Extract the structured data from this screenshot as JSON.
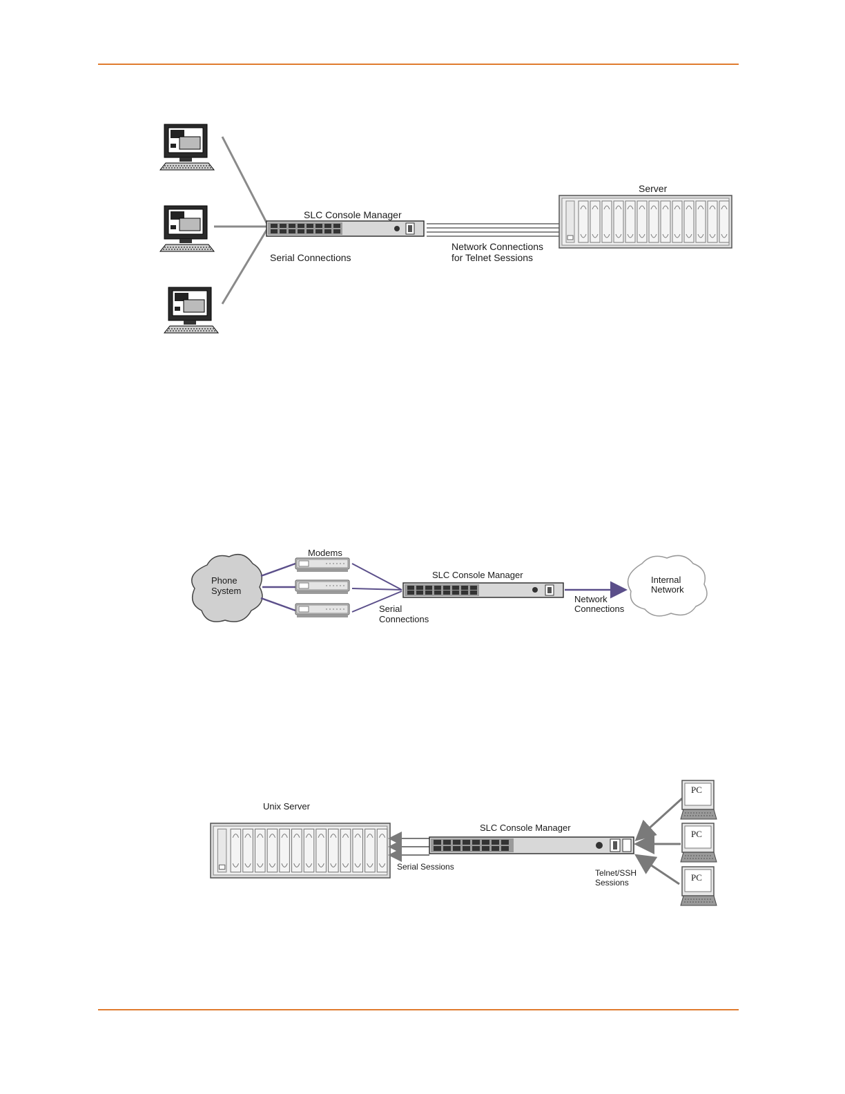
{
  "diagram1": {
    "console_label": "SLC Console Manager",
    "server_label": "Server",
    "serial_label": "Serial Connections",
    "network_label_line1": "Network Connections",
    "network_label_line2": "for Telnet Sessions"
  },
  "diagram2": {
    "cloud_left_line1": "Phone",
    "cloud_left_line2": "System",
    "modems_label": "Modems",
    "console_label": "SLC Console Manager",
    "serial_label_line1": "Serial",
    "serial_label_line2": "Connections",
    "network_label_line1": "Network",
    "network_label_line2": "Connections",
    "cloud_right_line1": "Internal",
    "cloud_right_line2": "Network",
    "line_color": "#5b4f8a"
  },
  "diagram3": {
    "server_label": "Unix Server",
    "console_label": "SLC Console Manager",
    "serial_label": "Serial Sessions",
    "telnet_label_line1": "Telnet/SSH",
    "telnet_label_line2": "Sessions",
    "pc_labels": [
      "PC",
      "PC",
      "PC"
    ]
  },
  "colors": {
    "rule": "#e07b2e"
  }
}
